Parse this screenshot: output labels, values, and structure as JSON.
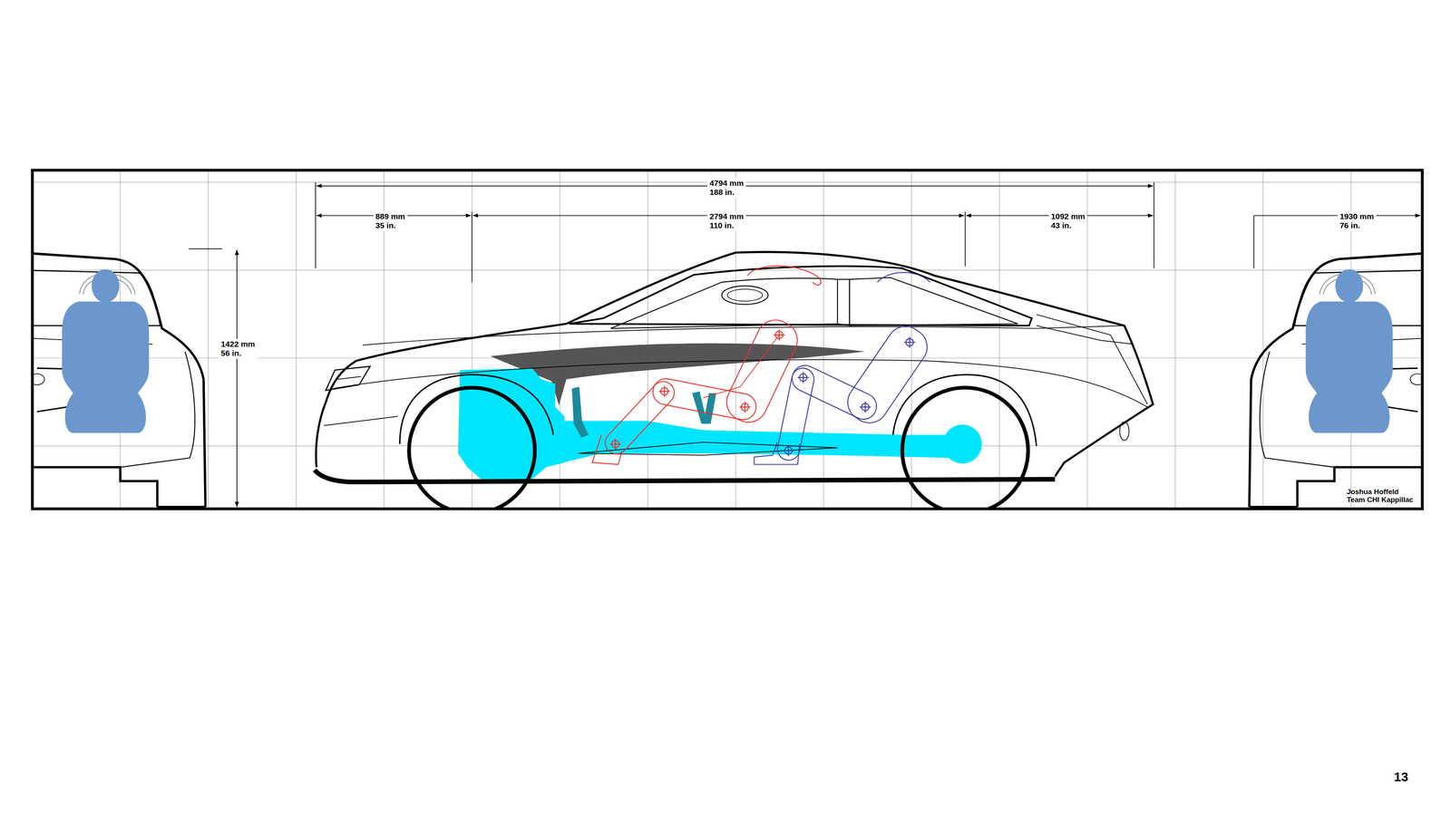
{
  "diagram": {
    "labels": [
      "4794 mm",
      "188 in.",
      "889 mm",
      "35 in.",
      "2794 mm",
      "110 in.",
      "1092 mm",
      "43 in.",
      "1930 mm",
      "76 in.",
      "1422 mm",
      "56 in.",
      "Joshua Hoffeld",
      "Team CHI Kappillac",
      "13"
    ]
  }
}
